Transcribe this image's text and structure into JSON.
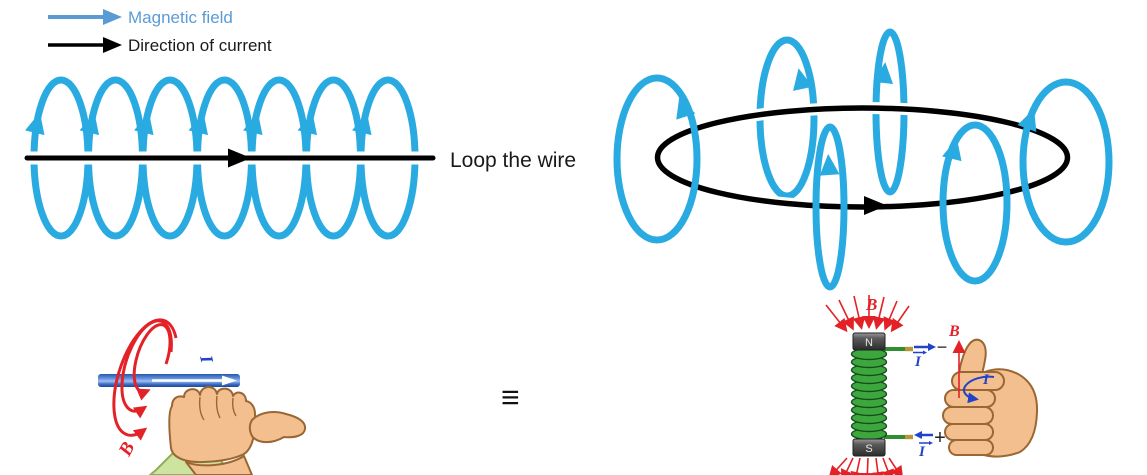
{
  "legend": {
    "items": [
      {
        "label": "Magnetic field",
        "arrow_color": "#5B9BD5"
      },
      {
        "label": "Direction of current",
        "arrow_color": "#000000"
      }
    ]
  },
  "captions": {
    "transition": "Loop the wire",
    "equivalence": "≡"
  },
  "figures": {
    "straight_wire": {
      "field_loop_count": 7,
      "current_direction": "right"
    },
    "wire_loop": {
      "field_loop_count": 6,
      "current_direction": "right"
    },
    "grip_rule_wire": {
      "current_label": "I",
      "field_label": "B"
    },
    "solenoid": {
      "north_label": "N",
      "south_label": "S",
      "field_label": "B",
      "current_label": "I",
      "terminal_minus": "−",
      "terminal_plus": "+"
    },
    "grip_rule_solenoid": {
      "field_label": "B",
      "current_label": "I"
    }
  },
  "colors": {
    "field_loop_blue": "#29ABE2",
    "legend_blue": "#5B9BD5",
    "wire_black": "#000000",
    "field_red": "#E32227",
    "current_label_blue": "#2143C7",
    "coil_green": "#3DA63D",
    "rod_blue": "#2E62B8",
    "skin": "#F3BF8F",
    "sleeve_green": "#CDE3A0"
  }
}
